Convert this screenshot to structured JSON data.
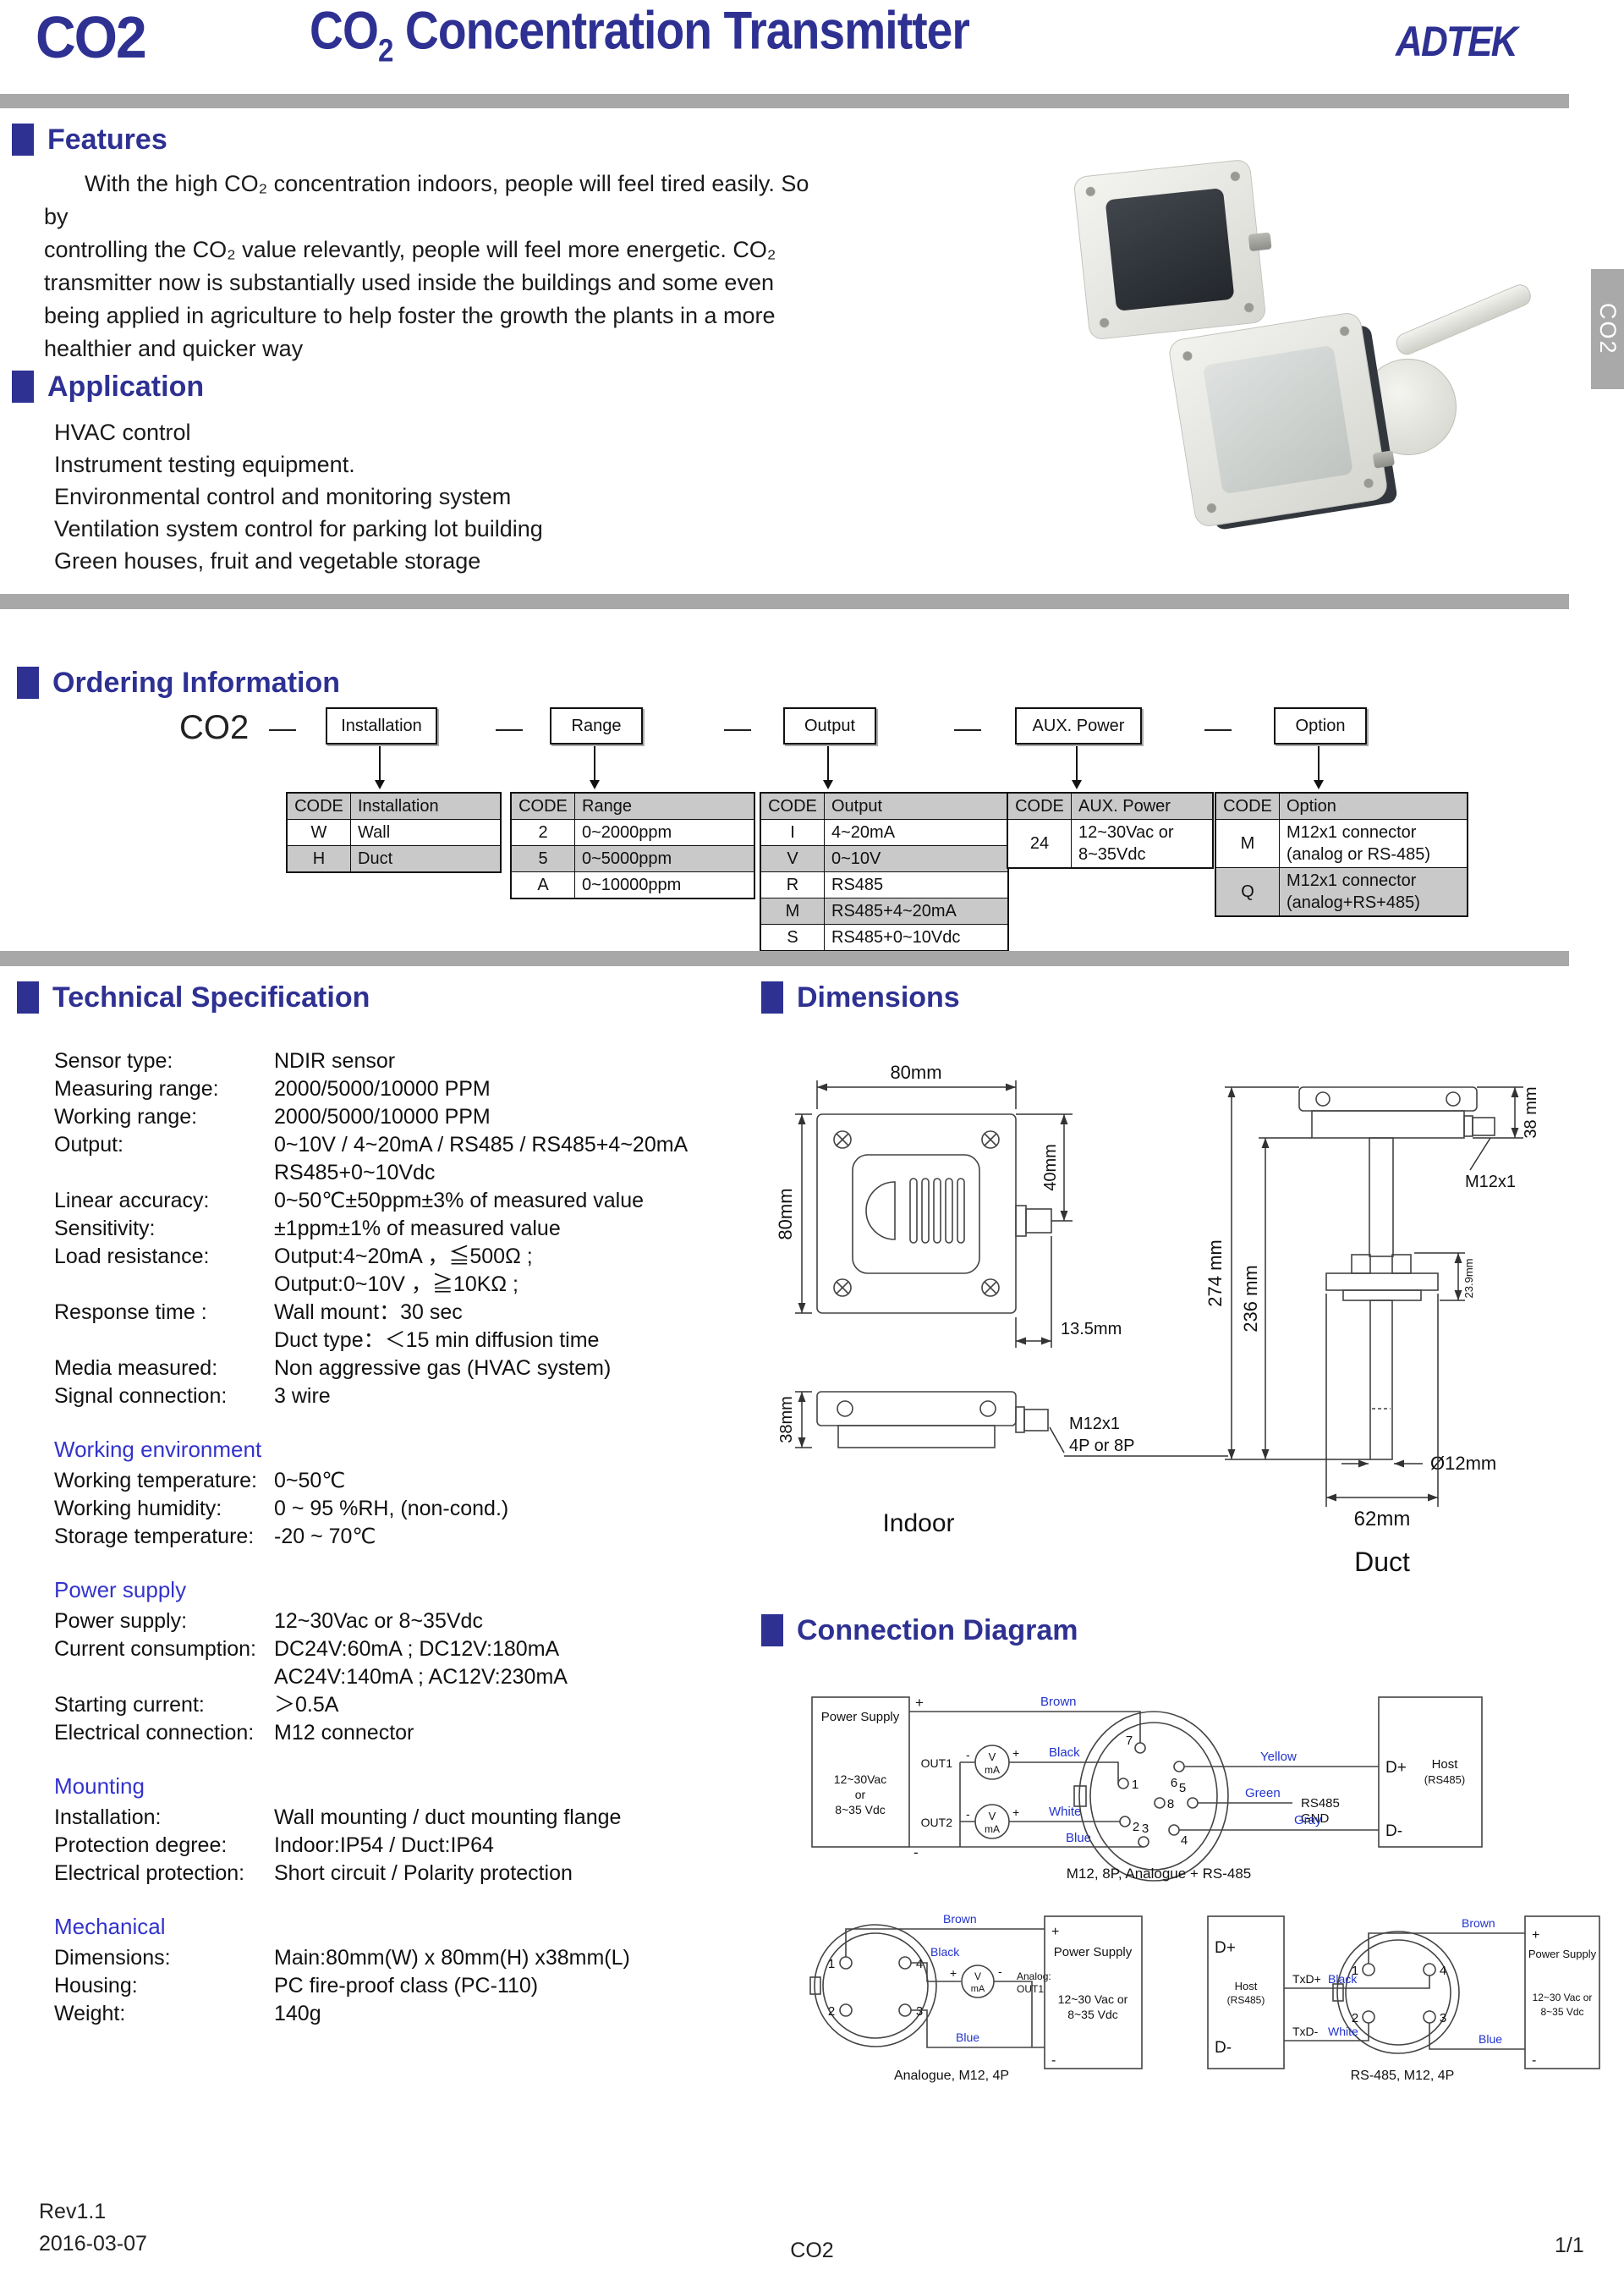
{
  "header": {
    "model": "CO2",
    "title_co": "CO",
    "title_sub": "2",
    "title_rest": " Concentration Transmitter",
    "brand": "ADTEK"
  },
  "side_tab": {
    "label": "CO2"
  },
  "features": {
    "heading": "Features",
    "lines": [
      "With the high CO₂ concentration indoors, people will feel tired easily. So by",
      "controlling the CO₂  value relevantly, people will feel more energetic. CO₂",
      "transmitter now is substantially used inside the buildings and some even",
      "being applied in agriculture to help foster the growth the plants in a more",
      "healthier and quicker way"
    ]
  },
  "application": {
    "heading": "Application",
    "items": [
      "HVAC control",
      "Instrument testing equipment.",
      "Environmental control and monitoring system",
      "Ventilation system control for parking lot building",
      "Green houses, fruit and vegetable storage"
    ]
  },
  "ordering": {
    "heading": "Ordering Information",
    "model": "CO2",
    "separator": "—",
    "fields": [
      "Installation",
      "Range",
      "Output",
      "AUX. Power",
      "Option"
    ],
    "tables": [
      {
        "id": "installation",
        "headers": [
          "CODE",
          "Installation"
        ],
        "rows": [
          [
            "W",
            "Wall"
          ],
          [
            "H",
            "Duct"
          ]
        ]
      },
      {
        "id": "range",
        "headers": [
          "CODE",
          "Range"
        ],
        "rows": [
          [
            "2",
            "0~2000ppm"
          ],
          [
            "5",
            "0~5000ppm"
          ],
          [
            "A",
            "0~10000ppm"
          ]
        ]
      },
      {
        "id": "output",
        "headers": [
          "CODE",
          "Output"
        ],
        "rows": [
          [
            "I",
            "4~20mA"
          ],
          [
            "V",
            "0~10V"
          ],
          [
            "R",
            "RS485"
          ],
          [
            "M",
            "RS485+4~20mA"
          ],
          [
            "S",
            "RS485+0~10Vdc"
          ]
        ]
      },
      {
        "id": "aux-power",
        "headers": [
          "CODE",
          "AUX. Power"
        ],
        "rows": [
          [
            "24",
            [
              "12~30Vac or",
              "8~35Vdc"
            ]
          ]
        ]
      },
      {
        "id": "option",
        "headers": [
          "CODE",
          "Option"
        ],
        "rows": [
          [
            "M",
            [
              "M12x1 connector",
              "(analog or RS-485)"
            ]
          ],
          [
            "Q",
            [
              "M12x1 connector",
              "(analog+RS+485)"
            ]
          ]
        ]
      }
    ]
  },
  "spec": {
    "heading": "Technical Specification",
    "main_rows": [
      {
        "label": "Sensor type:",
        "value": [
          "NDIR sensor"
        ]
      },
      {
        "label": "Measuring range:",
        "value": [
          "2000/5000/10000 PPM"
        ]
      },
      {
        "label": "Working range:",
        "value": [
          "2000/5000/10000 PPM"
        ]
      },
      {
        "label": "Output:",
        "value": [
          "0~10V / 4~20mA / RS485 / RS485+4~20mA",
          "RS485+0~10Vdc"
        ]
      },
      {
        "label": "Linear accuracy:",
        "value": [
          "0~50℃±50ppm±3% of measured value"
        ]
      },
      {
        "label": "Sensitivity:",
        "value": [
          "±1ppm±1% of measured value"
        ]
      },
      {
        "label": "Load resistance:",
        "value": [
          "Output:4~20mA ，≦500Ω ;",
          "Output:0~10V ，≧10KΩ ;"
        ]
      },
      {
        "label": "Response time :",
        "value": [
          "Wall mount：30 sec",
          "Duct type：＜15 min diffusion time"
        ]
      },
      {
        "label": "Media measured:",
        "value": [
          "Non aggressive gas (HVAC system)"
        ]
      },
      {
        "label": "Signal connection:",
        "value": [
          "3 wire"
        ]
      }
    ],
    "sections": [
      {
        "heading": "Working environment",
        "rows": [
          {
            "label": "Working temperature:",
            "value": [
              "0~50℃"
            ]
          },
          {
            "label": "Working humidity:",
            "value": [
              "0 ~ 95 %RH, (non-cond.)"
            ]
          },
          {
            "label": "Storage temperature:",
            "value": [
              "-20 ~ 70℃"
            ]
          }
        ]
      },
      {
        "heading": "Power supply",
        "rows": [
          {
            "label": "Power supply:",
            "value": [
              "12~30Vac or 8~35Vdc"
            ]
          },
          {
            "label": "Current consumption:",
            "value": [
              "DC24V:60mA ; DC12V:180mA",
              "AC24V:140mA ; AC12V:230mA"
            ]
          },
          {
            "label": "Starting current:",
            "value": [
              "＞0.5A"
            ]
          },
          {
            "label": "Electrical connection:",
            "value": [
              "M12 connector"
            ]
          }
        ]
      },
      {
        "heading": "Mounting",
        "rows": [
          {
            "label": "Installation:",
            "value": [
              "Wall mounting / duct mounting flange"
            ]
          },
          {
            "label": "Protection degree:",
            "value": [
              "Indoor:IP54 / Duct:IP64"
            ]
          },
          {
            "label": "Electrical protection:",
            "value": [
              "Short  circuit / Polarity protection"
            ]
          }
        ]
      },
      {
        "heading": "Mechanical",
        "rows": [
          {
            "label": "Dimensions:",
            "value": [
              "Main:80mm(W) x 80mm(H) x38mm(L)"
            ]
          },
          {
            "label": "Housing:",
            "value": [
              "PC fire-proof class (PC-110)"
            ]
          },
          {
            "label": "Weight:",
            "value": [
              "140g"
            ]
          }
        ]
      }
    ]
  },
  "dimensions": {
    "heading": "Dimensions",
    "indoor": {
      "caption": "Indoor",
      "front_width": "80mm",
      "front_height": "80mm",
      "conn_offset": "40mm",
      "conn_depth": "13.5mm",
      "side_height": "38mm",
      "connector": "M12x1",
      "connector_pins": "4P or 8P"
    },
    "duct": {
      "caption": "Duct",
      "total_length": "274 mm",
      "probe_length": "236 mm",
      "body_height": "38 mm",
      "connector": "M12x1",
      "flange_depth": "23.9mm",
      "probe_diameter": "Ø12mm",
      "flange_width": "62mm"
    }
  },
  "connection": {
    "heading": "Connection Diagram",
    "m12_8p": {
      "caption": "M12, 8P, Analogue + RS-485",
      "power_supply": {
        "plus": "+",
        "title": "Power Supply",
        "line1": "12~30Vac",
        "line2": "or",
        "line3": "8~35 Vdc",
        "minus": "-"
      },
      "out1": "OUT1",
      "out2": "OUT2",
      "meter_minus": "-",
      "meter_plus": "+",
      "meter_v": "V",
      "meter_ma": "mA",
      "wire_brown": "Brown",
      "wire_black": "Black",
      "wire_white": "White",
      "wire_blue": "Blue",
      "wire_yellow": "Yellow",
      "wire_green": "Green",
      "wire_gray": "Gray",
      "pins": {
        "p1": "1",
        "p2": "2",
        "p3": "3",
        "p4": "4",
        "p5": "5",
        "p6": "6",
        "p7": "7",
        "p8": "8"
      },
      "rs485_line1": "RS485",
      "rs485_line2": "GND",
      "host": {
        "dplus": "D+",
        "title": "Host",
        "subtitle": "(RS485)",
        "dminus": "D-"
      }
    },
    "analog_4p": {
      "caption": "Analogue, M12, 4P",
      "pins": {
        "p1": "1",
        "p2": "2",
        "p3": "3",
        "p4": "4"
      },
      "wire_brown": "Brown",
      "wire_black": "Black",
      "wire_blue": "Blue",
      "meter_plus": "+",
      "meter_minus": "-",
      "meter_v": "V",
      "meter_ma": "mA",
      "analog_line1": "Analog:",
      "analog_line2": "OUT1",
      "power_supply": {
        "plus": "+",
        "title": "Power Supply",
        "line1": "12~30 Vac or",
        "line2": "8~35 Vdc",
        "minus": "-"
      }
    },
    "rs485_4p": {
      "caption": "RS-485, M12,  4P",
      "host": {
        "dplus": "D+",
        "title": "Host",
        "subtitle": "(RS485)",
        "dminus": "D-"
      },
      "txd_plus": "TxD+",
      "txd_minus": "TxD-",
      "wire_black": "Black",
      "wire_white": "White",
      "wire_brown": "Brown",
      "wire_blue": "Blue",
      "pins": {
        "p1": "1",
        "p2": "2",
        "p3": "3",
        "p4": "4"
      },
      "power_supply": {
        "plus": "+",
        "title": "Power Supply",
        "line1": "12~30 Vac or",
        "line2": "8~35 Vdc",
        "minus": "-"
      }
    }
  },
  "footer": {
    "revision": "Rev1.1",
    "date": "2016-03-07",
    "doc": "CO2",
    "page": "1/1"
  }
}
